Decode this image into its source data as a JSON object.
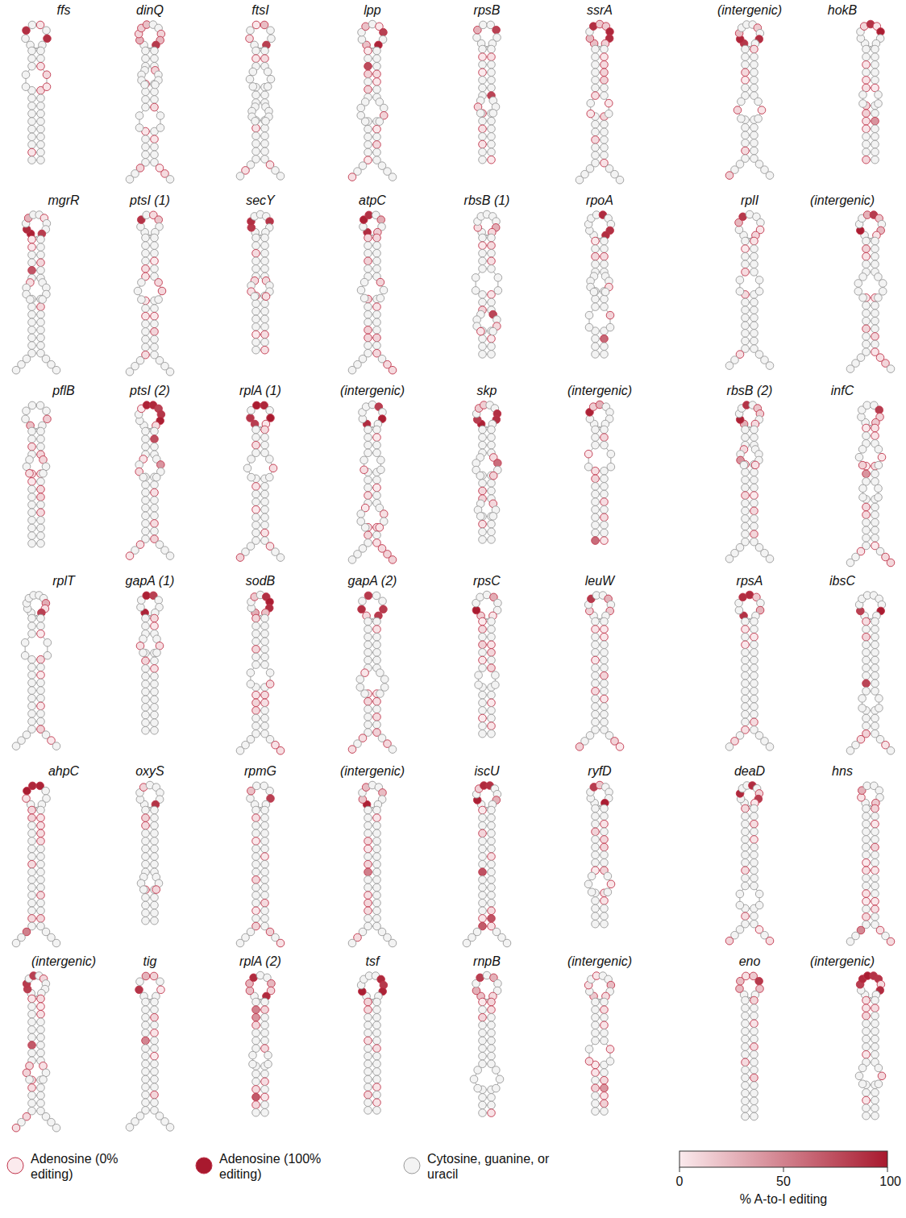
{
  "diagram": {
    "labels": [
      "ffs",
      "dinQ",
      "ftsI",
      "lpp",
      "rpsB",
      "ssrA",
      "(intergenic)",
      "hokB",
      "mgrR",
      "ptsI (1)",
      "secY",
      "atpC",
      "rbsB (1)",
      "rpoA",
      "rplI",
      "(intergenic)",
      "pflB",
      "ptsI (2)",
      "rplA (1)",
      "(intergenic)",
      "skp",
      "(intergenic)",
      "rbsB (2)",
      "infC",
      "rplT",
      "gapA (1)",
      "sodB",
      "gapA (2)",
      "rpsC",
      "leuW",
      "rpsA",
      "ibsC",
      "ahpC",
      "oxyS",
      "rpmG",
      "(intergenic)",
      "iscU",
      "ryfD",
      "deaD",
      "hns",
      "(intergenic)",
      "tig",
      "rplA (2)",
      "tsf",
      "rnpB",
      "(intergenic)",
      "eno",
      "(intergenic)",
      "0",
      "50",
      "100",
      "% A-to-I editing"
    ],
    "legend": [
      {
        "text": "Adenosine (0% editing)",
        "color": "#fbeaed"
      },
      {
        "text": "Adenosine (100% editing)",
        "color": "#a8192e"
      },
      {
        "text": "Cytosine, guanine, or uracil",
        "color": "#f3f3f3"
      }
    ]
  }
}
